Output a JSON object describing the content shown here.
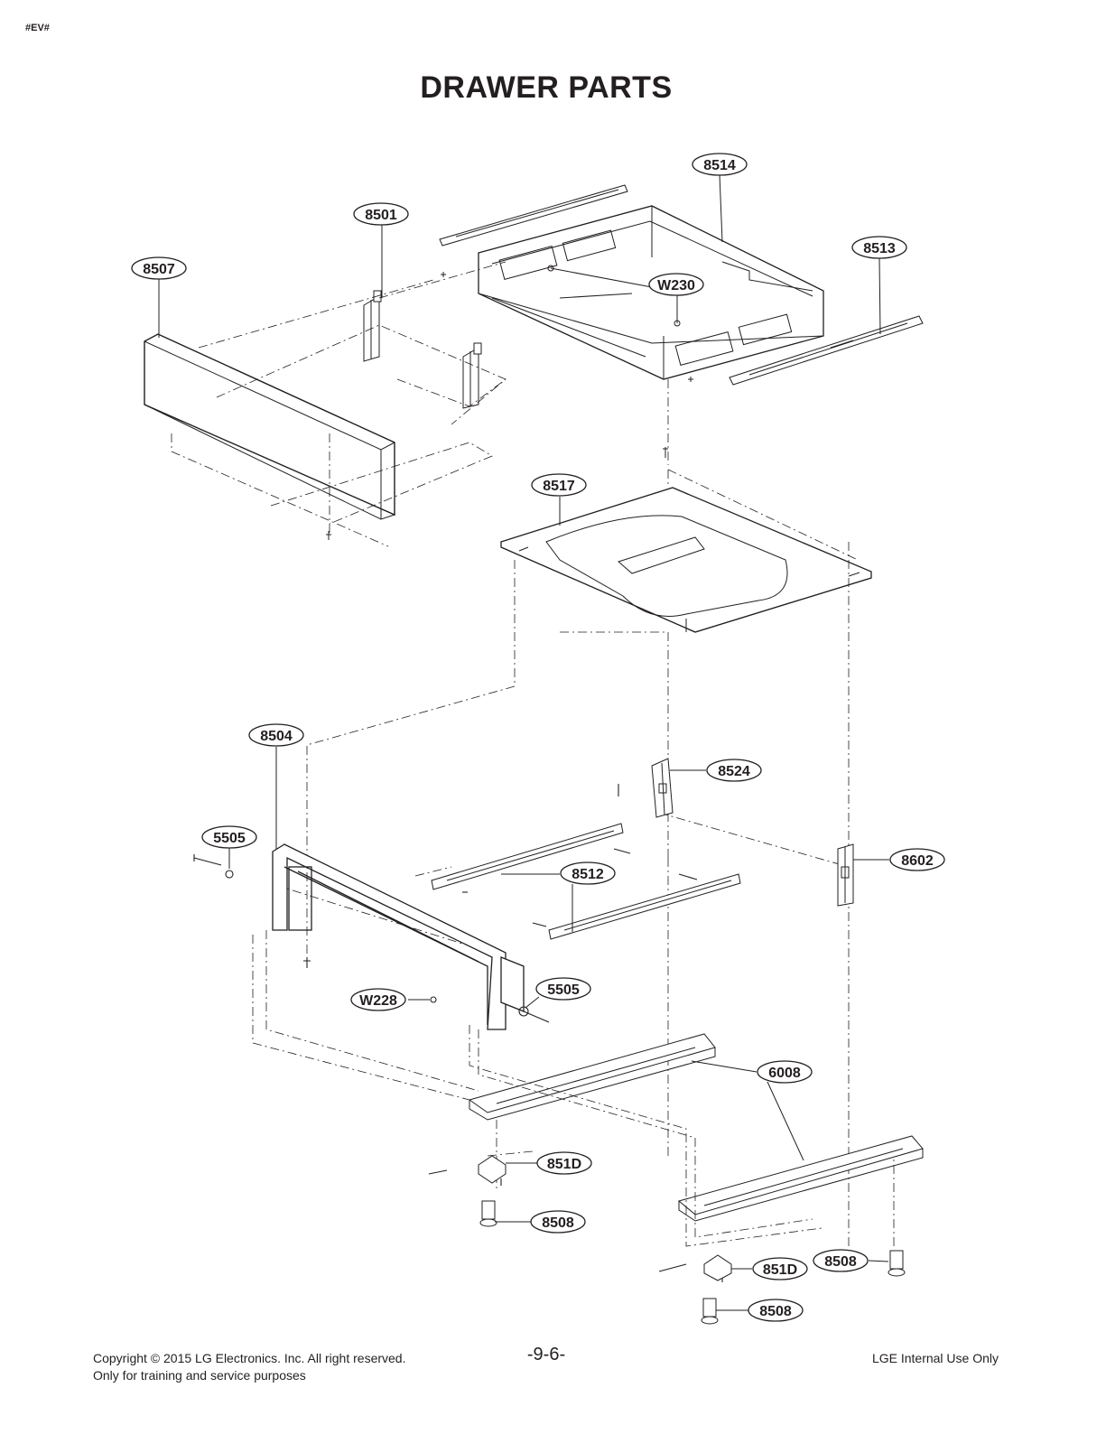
{
  "doc_tag": "#EV#",
  "title": "DRAWER PARTS",
  "callouts": {
    "c8514": "8514",
    "c8501": "8501",
    "c8513": "8513",
    "c8507": "8507",
    "cW230": "W230",
    "c8517": "8517",
    "c8504": "8504",
    "c8524": "8524",
    "c5505a": "5505",
    "c8602": "8602",
    "c8512": "8512",
    "cW228": "W228",
    "c5505b": "5505",
    "c6008": "6008",
    "c851Da": "851D",
    "c8508a": "8508",
    "c8508b": "8508",
    "c851Db": "851D",
    "c8508c": "8508"
  },
  "footer": {
    "copyright": "Copyright © 2015 LG Electronics. Inc. All right reserved.",
    "purpose": "Only for training and service purposes",
    "page": "-9-6-",
    "internal": "LGE Internal Use Only"
  }
}
